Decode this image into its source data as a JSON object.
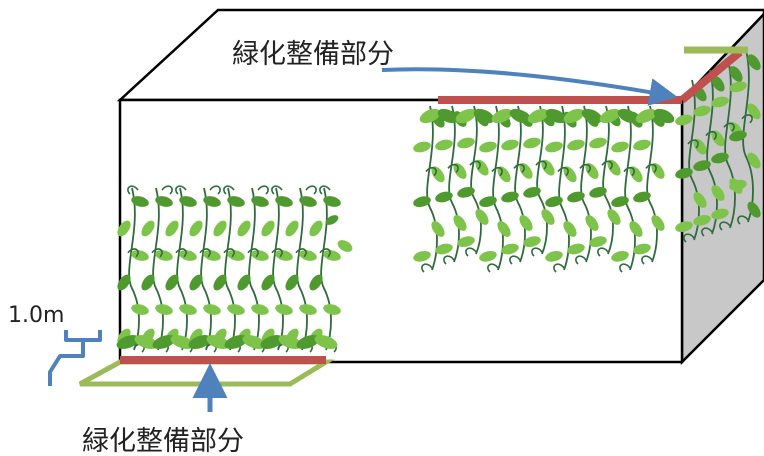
{
  "labels": {
    "top_callout": "緑化整備部分",
    "bottom_callout": "緑化整備部分",
    "dimension": "1.0m"
  },
  "colors": {
    "outline": "#000000",
    "side_face": "#c8c8c8",
    "roof_edge": "#c0504d",
    "ground_strip": "#9bbb59",
    "arrow": "#4f81bd",
    "leaf": "#7ec44b",
    "leaf_dark": "#4f9a2e",
    "stem": "#2f6b3d"
  }
}
